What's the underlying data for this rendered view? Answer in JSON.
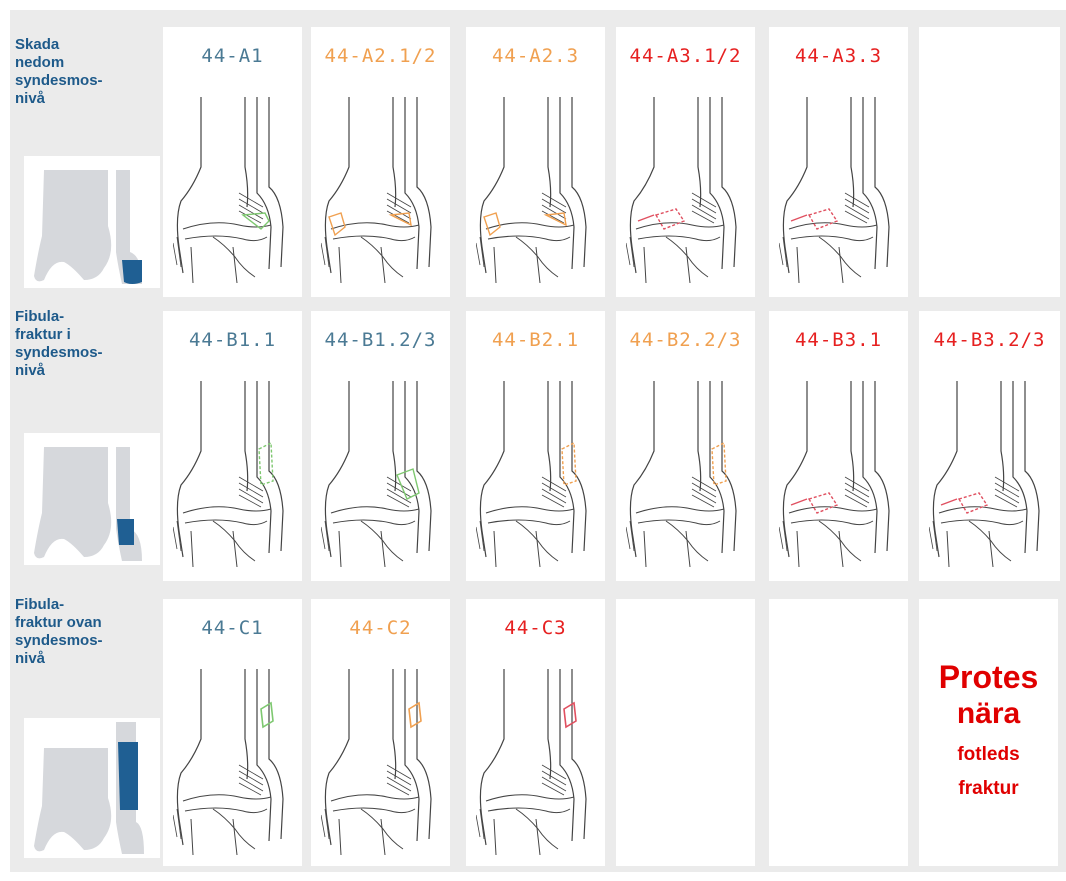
{
  "rows": [
    {
      "label": "Skada\nnedom\nsyndesmos-\nnivå",
      "cells": [
        {
          "code": "44-A1",
          "color": "#4b7a94",
          "fracture": "#7ec870"
        },
        {
          "code": "44-A2.1/2",
          "color": "#f0a050",
          "fracture": "#f0a050"
        },
        {
          "code": "44-A2.3",
          "color": "#f0a050",
          "fracture": "#f0a050"
        },
        {
          "code": "44-A3.1/2",
          "color": "#e62020",
          "fracture": "#e05060"
        },
        {
          "code": "44-A3.3",
          "color": "#e62020",
          "fracture": "#e05060"
        },
        {
          "code": "",
          "color": "#ffffff",
          "fracture": ""
        }
      ]
    },
    {
      "label": "Fibula-\nfraktur i\nsyndesmos-\nnivå",
      "cells": [
        {
          "code": "44-B1.1",
          "color": "#4b7a94",
          "fracture": "#7ec870"
        },
        {
          "code": "44-B1.2/3",
          "color": "#4b7a94",
          "fracture": "#7ec870"
        },
        {
          "code": "44-B2.1",
          "color": "#f0a050",
          "fracture": "#f0a050"
        },
        {
          "code": "44-B2.2/3",
          "color": "#f0a050",
          "fracture": "#f0a050"
        },
        {
          "code": "44-B3.1",
          "color": "#e62020",
          "fracture": "#e05060"
        },
        {
          "code": "44-B3.2/3",
          "color": "#e62020",
          "fracture": "#e05060"
        }
      ]
    },
    {
      "label": "Fibula-\nfraktur ovan\nsyndesmos-\nnivå",
      "cells": [
        {
          "code": "44-C1",
          "color": "#4b7a94",
          "fracture": "#7ec870"
        },
        {
          "code": "44-C2",
          "color": "#f0a050",
          "fracture": "#f0a050"
        },
        {
          "code": "44-C3",
          "color": "#e62020",
          "fracture": "#e05060"
        },
        {
          "code": "",
          "color": "#ffffff",
          "fracture": ""
        },
        {
          "code": "",
          "color": "#ffffff",
          "fracture": ""
        },
        {
          "code": "",
          "color": "#ffffff",
          "fracture": ""
        }
      ]
    }
  ],
  "protes": {
    "line1": "Protes",
    "line2": "nära",
    "line3": "fotleds",
    "line4": "fraktur"
  },
  "colors": {
    "blue": "#4b7a94",
    "orange": "#f0a050",
    "red": "#e62020",
    "label": "#1e5a8a",
    "thumb_bone": "#d6d8dc",
    "thumb_accent": "#1f5f93"
  }
}
